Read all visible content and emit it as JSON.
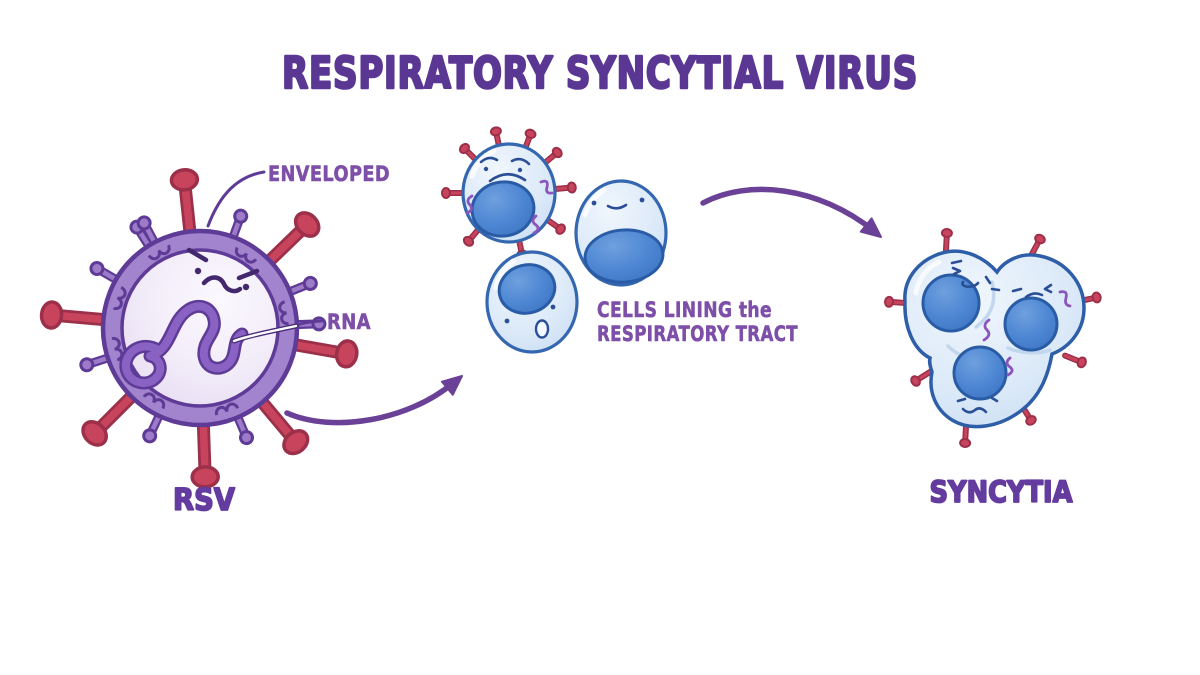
{
  "title": "RESPIRATORY SYNCYTIAL VIRUS",
  "labels": {
    "enveloped": "ENVELOPED",
    "rna": "RNA",
    "rsv": "RSV",
    "cells_line1": "CELLS LINING the",
    "cells_line2": "RESPIRATORY TRACT",
    "syncytia": "SYNCYTIA"
  },
  "colors": {
    "background": "#ffffff",
    "title_purple": "#5b3794",
    "label_purple": "#7e4fa8",
    "arrow_purple": "#6a4197",
    "virus_envelope_fill": "#a184cd",
    "virus_outline": "#5e3b96",
    "virus_interior": "#f3eefa",
    "rna_squiggle_purple": "#8a62c3",
    "spike_red": "#c8445c",
    "spike_red_outline": "#9c2f49",
    "cell_fill": "#dbe9f8",
    "cell_outline": "#3467b0",
    "nucleus_blue": "#4d86d3",
    "nucleus_outline": "#2a5ca6",
    "cell_face_blue": "#2a4f96"
  }
}
